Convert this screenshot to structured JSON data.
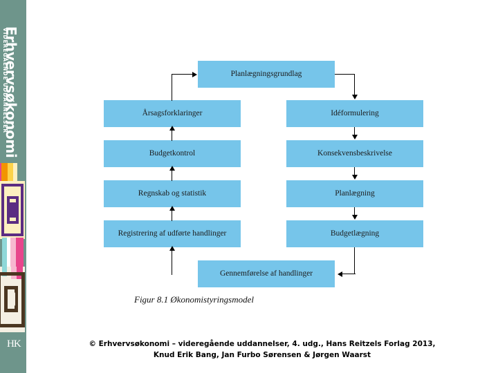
{
  "sidebar": {
    "brand_main": "Erhvervsøkonomi",
    "brand_sub": "VIDEREGÅENDE UDDANNELSER",
    "background_color": "#6e958b",
    "logo_text": "HK",
    "decoration": {
      "name": "geometric-spiral-pattern",
      "colors": [
        "#f29400",
        "#fcd34a",
        "#fdf0c0",
        "#5b2d82",
        "#e8458c",
        "#f7b8d0",
        "#4b3621",
        "#8ed8d8",
        "#ffffff"
      ]
    }
  },
  "diagram": {
    "node_color": "#76c5ea",
    "nodes": [
      {
        "id": "planlaegningsgrundlag",
        "label": "Planlægningsgrundlag"
      },
      {
        "id": "aarsagsforklaringer",
        "label": "Årsagsforklaringer"
      },
      {
        "id": "ideformulering",
        "label": "Idéformulering"
      },
      {
        "id": "budgetkontrol",
        "label": "Budgetkontrol"
      },
      {
        "id": "konsekvensbeskrivelse",
        "label": "Konsekvensbeskrivelse"
      },
      {
        "id": "regnskab-og-statistik",
        "label": "Regnskab og statistik"
      },
      {
        "id": "planlaegning",
        "label": "Planlægning"
      },
      {
        "id": "registrering-af-udfoerte-handlinger",
        "label": "Registrering af udførte handlinger"
      },
      {
        "id": "budgetlaegning",
        "label": "Budgetlægning"
      },
      {
        "id": "gennemfoerelse-af-handlinger",
        "label": "Gennemførelse af handlinger"
      }
    ],
    "caption": "Figur 8.1 Økonomistyringsmodel"
  },
  "footer": {
    "line1": "© Erhvervsøkonomi – videregående uddannelser, 4. udg., Hans Reitzels Forlag 2013,",
    "line2": "Knud Erik Bang, Jan Furbo Sørensen & Jørgen Waarst"
  }
}
